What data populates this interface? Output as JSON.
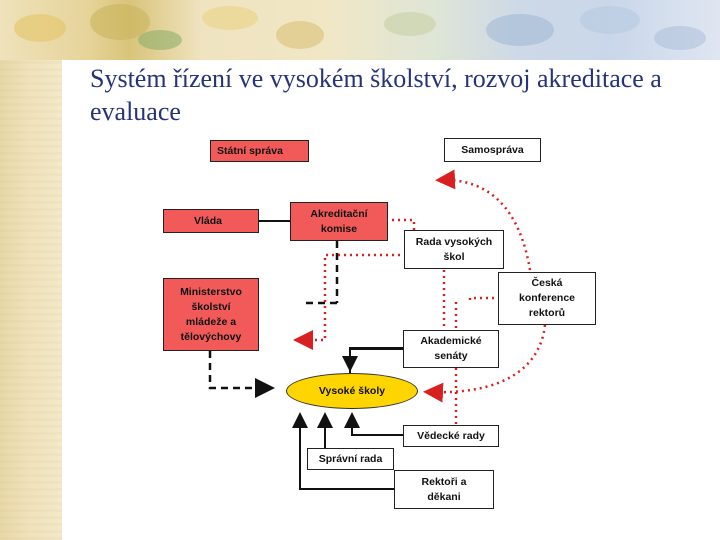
{
  "slide": {
    "title": "Systém řízení ve vysokém školství, rozvoj akreditace a evaluace"
  },
  "diagram": {
    "nodes": {
      "statni_sprava": "Státní správa",
      "samosprava": "Samospráva",
      "vlada": "Vláda",
      "akreditacni_komise": "Akreditační komise",
      "rada_vysokych_skol": "Rada vysokých škol",
      "ministerstvo": "Ministerstvo školství mládeže a tělovýchovy",
      "ceska_konference_rektoru": "Česká konference rektorů",
      "akademicke_senaty": "Akademické senáty",
      "vysoke_skoly": "Vysoké školy",
      "vedecke_rady": "Vědecké rady",
      "spravni_rada": "Správní rada",
      "rektori_dekani": "Rektoři a děkani"
    },
    "colors": {
      "state_fill": "#f25a5a",
      "university_fill": "#ffd500",
      "dotted_arrow": "#d92020",
      "solid_arrow": "#111111",
      "title": "#26337a"
    }
  }
}
